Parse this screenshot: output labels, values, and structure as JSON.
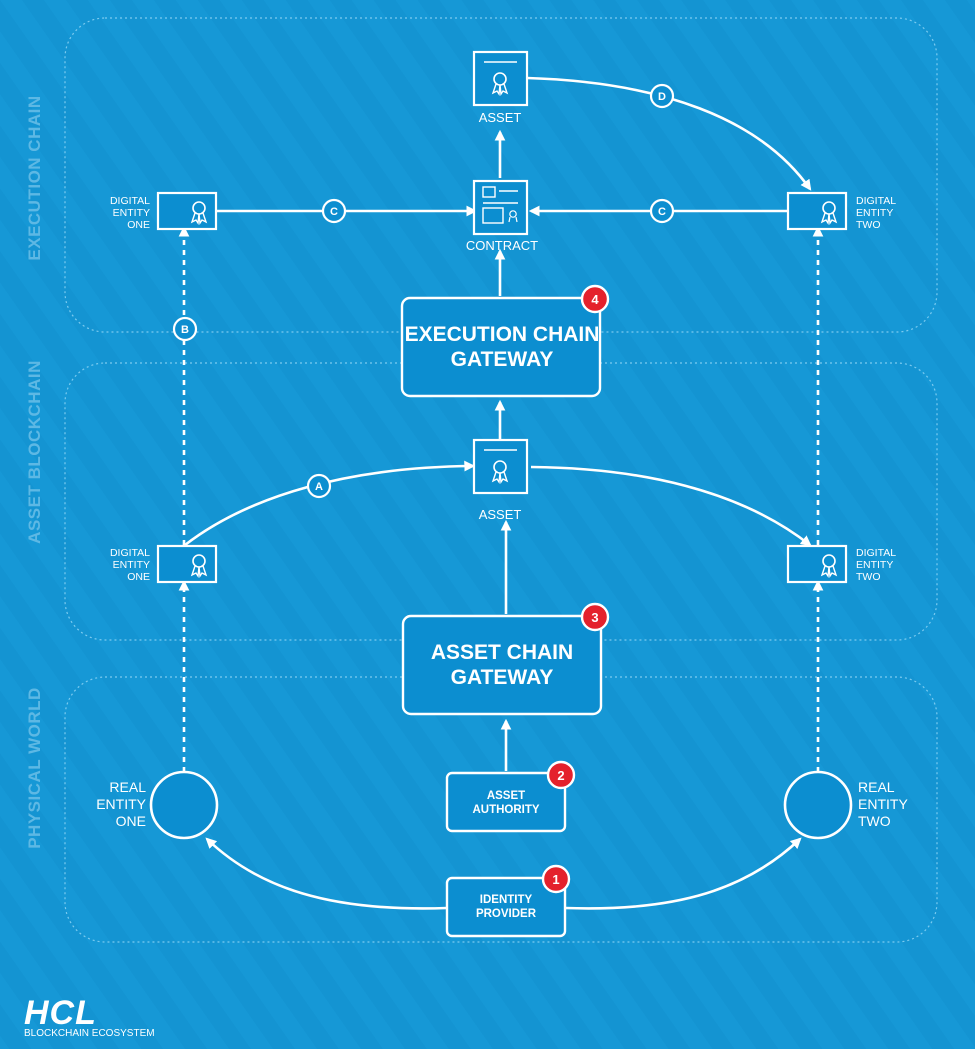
{
  "layers": {
    "execution": "EXECUTION CHAIN",
    "asset": "ASSET BLOCKCHAIN",
    "physical": "PHYSICAL WORLD"
  },
  "execution_chain": {
    "asset_label": "ASSET",
    "contract_label": "CONTRACT",
    "digital_entity_one": [
      "DIGITAL",
      "ENTITY",
      "ONE"
    ],
    "digital_entity_two": [
      "DIGITAL",
      "ENTITY",
      "TWO"
    ]
  },
  "asset_chain": {
    "asset_label": "ASSET",
    "digital_entity_one": [
      "DIGITAL",
      "ENTITY",
      "ONE"
    ],
    "digital_entity_two": [
      "DIGITAL",
      "ENTITY",
      "TWO"
    ]
  },
  "gateways": {
    "execution": [
      "EXECUTION CHAIN",
      "GATEWAY"
    ],
    "asset": [
      "ASSET CHAIN",
      "GATEWAY"
    ]
  },
  "physical": {
    "real_entity_one": [
      "REAL",
      "ENTITY",
      "ONE"
    ],
    "real_entity_two": [
      "REAL",
      "ENTITY",
      "TWO"
    ],
    "asset_authority": [
      "ASSET",
      "AUTHORITY"
    ],
    "identity_provider": [
      "IDENTITY",
      "PROVIDER"
    ]
  },
  "badges": {
    "identity": "1",
    "authority": "2",
    "asset_gateway": "3",
    "execution_gateway": "4"
  },
  "flow_letters": {
    "a": "A",
    "b": "B",
    "c_left": "C",
    "c_right": "C",
    "d": "D"
  },
  "logo": {
    "brand": "HCL",
    "tagline": "BLOCKCHAIN ECOSYSTEM"
  },
  "colors": {
    "background": "#1494d2",
    "node_fill": "#0c8ed0",
    "stroke": "#ffffff",
    "badge": "#e4212c",
    "layer_label": "#5db8e4"
  }
}
